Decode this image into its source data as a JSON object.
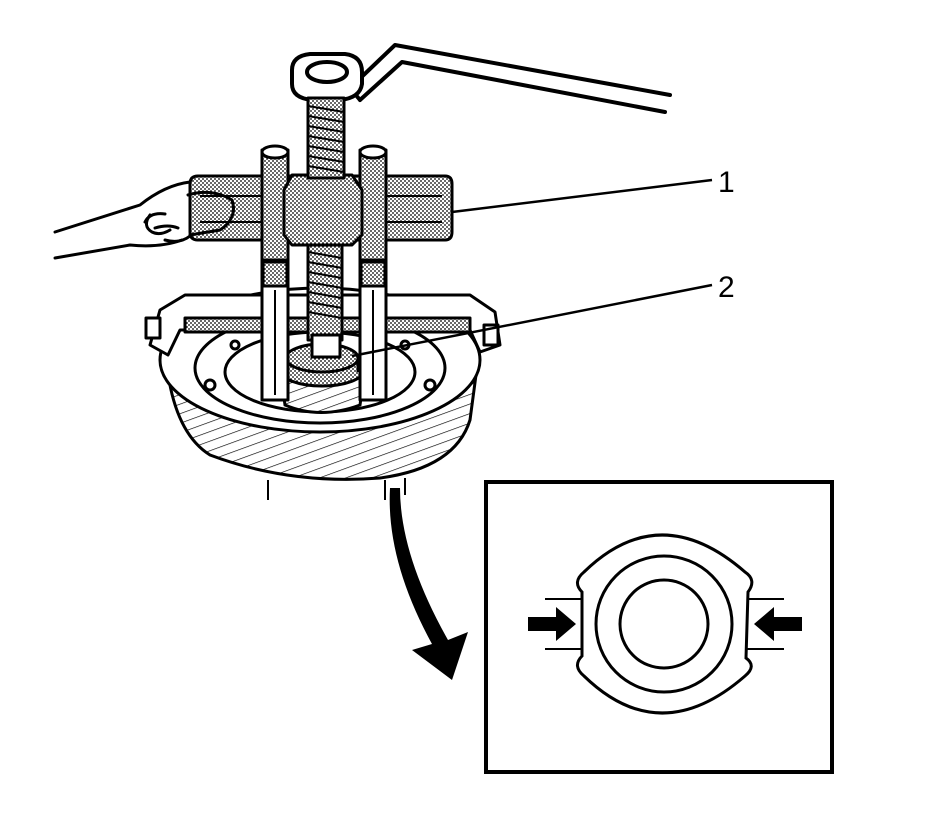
{
  "callouts": [
    {
      "id": "1",
      "label": "1"
    },
    {
      "id": "2",
      "label": "2"
    }
  ],
  "colors": {
    "line": "#000000",
    "fill_stipple": "#bdbdbd",
    "background": "#ffffff"
  },
  "icons": [
    "puller-tool",
    "wrench",
    "hand",
    "gear-assembly",
    "bearing",
    "curved-arrow",
    "arrow-right",
    "arrow-left"
  ]
}
